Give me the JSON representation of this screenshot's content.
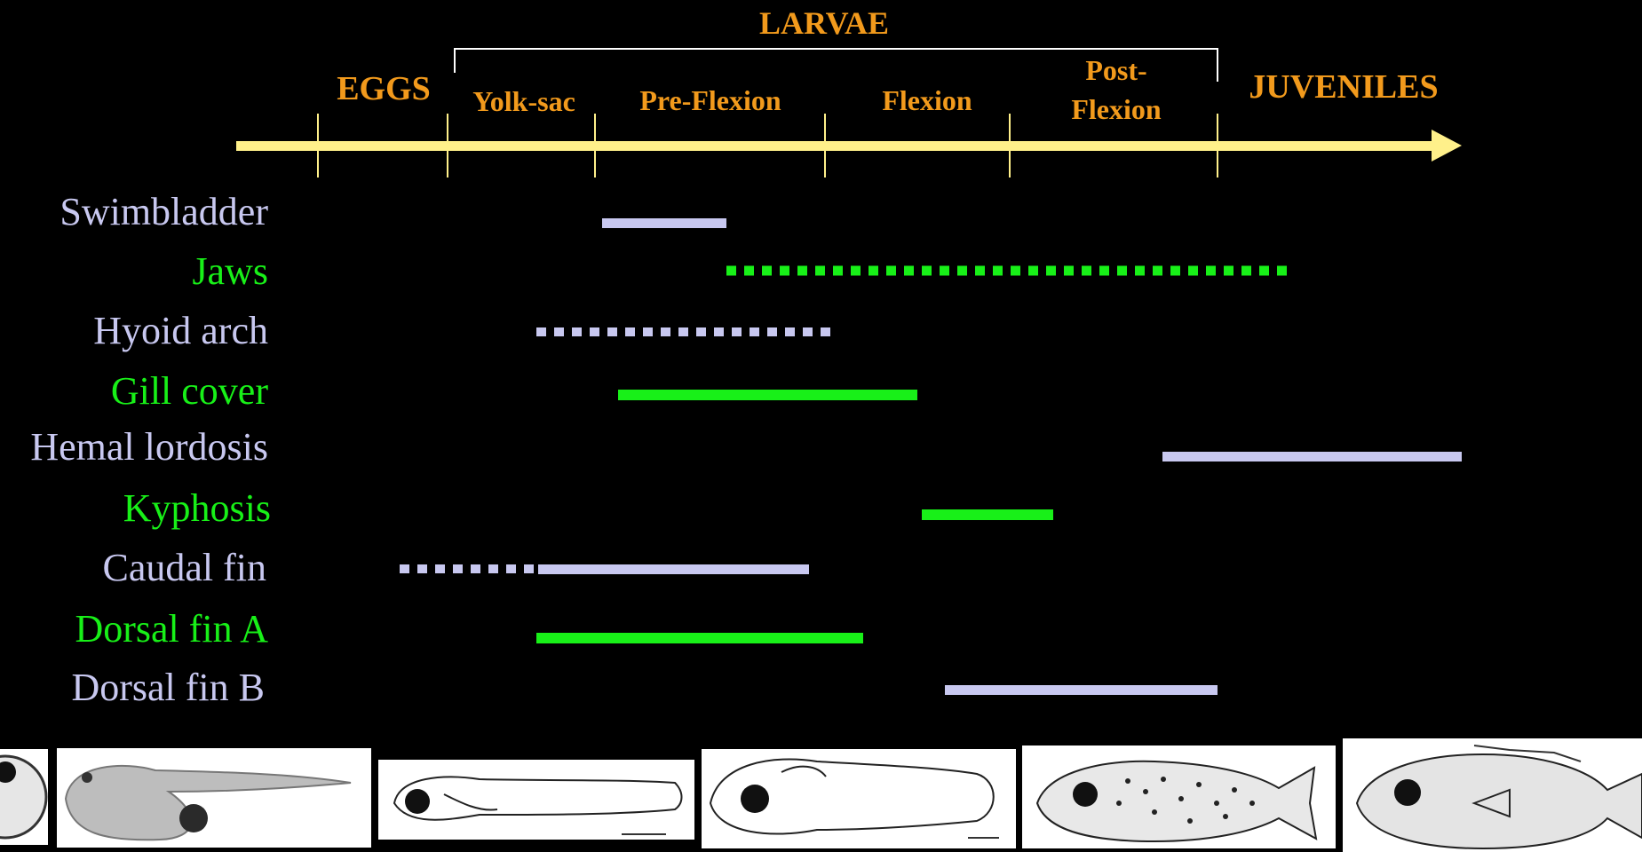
{
  "header": {
    "larvae": "LARVAE",
    "eggs": "EGGS",
    "yolk_sac": "Yolk-sac",
    "pre_flexion": "Pre-Flexion",
    "flexion": "Flexion",
    "post_flexion_1": "Post-",
    "post_flexion_2": "Flexion",
    "juveniles": "JUVENILES"
  },
  "colors": {
    "stage_label": "#f29a1c",
    "arrow": "#fff08a",
    "lavender": "#c8c8f0",
    "green": "#18f018"
  },
  "traits": [
    {
      "label": "Swimbladder",
      "color": "lavender"
    },
    {
      "label": "Jaws",
      "color": "green"
    },
    {
      "label": "Hyoid arch",
      "color": "lavender"
    },
    {
      "label": "Gill cover",
      "color": "green"
    },
    {
      "label": "Hemal lordosis",
      "color": "lavender"
    },
    {
      "label": "Kyphosis",
      "color": "green"
    },
    {
      "label": "Caudal fin",
      "color": "lavender"
    },
    {
      "label": "Dorsal fin A",
      "color": "green"
    },
    {
      "label": "Dorsal fin B",
      "color": "lavender"
    }
  ],
  "images": [
    "egg-image",
    "yolk-sac-larva-image",
    "pre-flexion-larva-drawing",
    "flexion-larva-drawing",
    "post-flexion-larva-drawing",
    "juvenile-fish-drawing"
  ]
}
